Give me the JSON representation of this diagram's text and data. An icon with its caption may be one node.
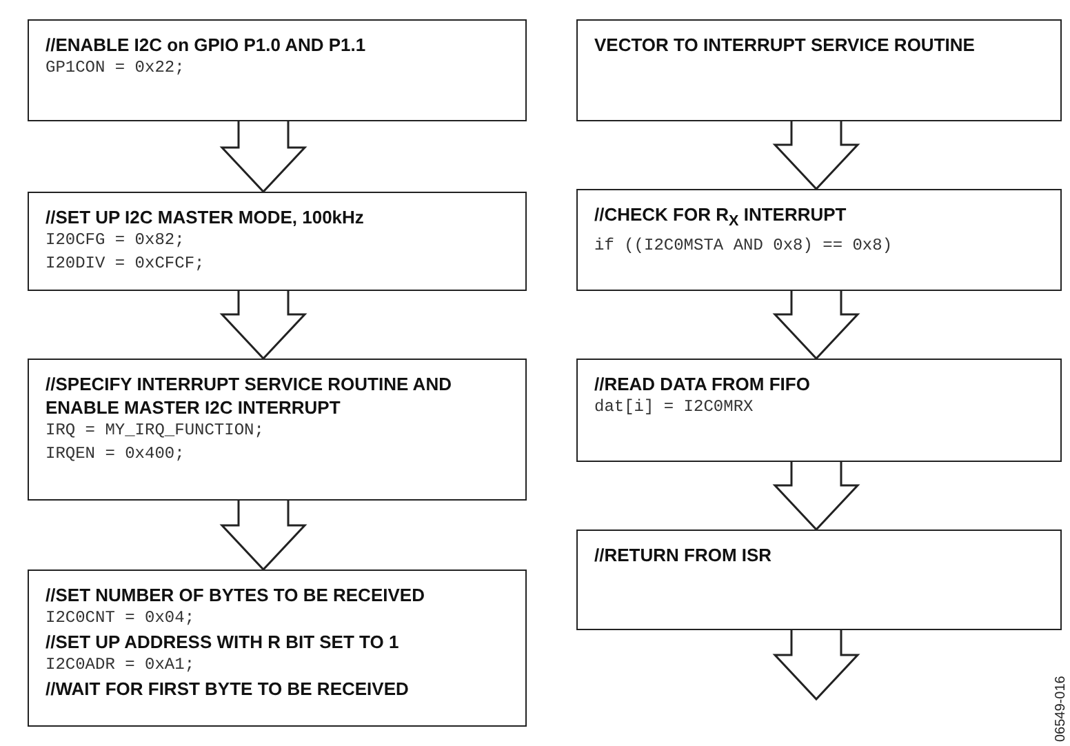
{
  "diagram": {
    "nodes": [
      {
        "text": [
          "//ENABLE I2C on GPIO P1.0 AND P1.1",
          "GP1CON = 0x22;"
        ]
      },
      {
        "text": [
          "//SET UP I2C MASTER MODE, 100kHz",
          "I20CFG = 0x82;",
          "I20DIV = 0xCFCF;"
        ]
      },
      {
        "text": [
          "//SPECIFY INTERRUPT SERVICE ROUTINE AND ENABLE MASTER I2C INTERRUPT",
          "IRQ = MY_IRQ_FUNCTION;",
          "IRQEN = 0x400;"
        ]
      },
      {
        "text": [
          "//SET NUMBER OF BYTES TO BE RECEIVED",
          "I2C0CNT = 0x04;",
          "//SET UP ADDRESS WITH R BIT SET TO 1",
          "I2C0ADR = 0xA1;",
          "//WAIT FOR FIRST BYTE TO BE RECEIVED"
        ]
      },
      {
        "text": [
          "VECTOR TO INTERRUPT SERVICE ROUTINE"
        ]
      },
      {
        "text": [
          "//CHECK FOR R$_{X}$ INTERRUPT",
          "if ((I2C0MSTA AND 0x8) == 0x8)"
        ]
      },
      {
        "text": [
          "//READ DATA FROM FIFO",
          "dat[i] = I2C0MRX"
        ]
      },
      {
        "text": [
          "//RETURN FROM ISR"
        ]
      }
    ],
    "edges": [
      {
        "from": 0,
        "to": 1,
        "arrow": "to"
      },
      {
        "from": 1,
        "to": 2,
        "arrow": "to"
      },
      {
        "from": 2,
        "to": 3,
        "arrow": "to"
      },
      {
        "from": 4,
        "to": 5,
        "arrow": "to"
      },
      {
        "from": 5,
        "to": 6,
        "arrow": "to"
      },
      {
        "from": 6,
        "to": 7,
        "arrow": "to"
      },
      {
        "from": 7,
        "to": null,
        "arrow": "to"
      }
    ],
    "labels": [
      "06549-016"
    ]
  }
}
